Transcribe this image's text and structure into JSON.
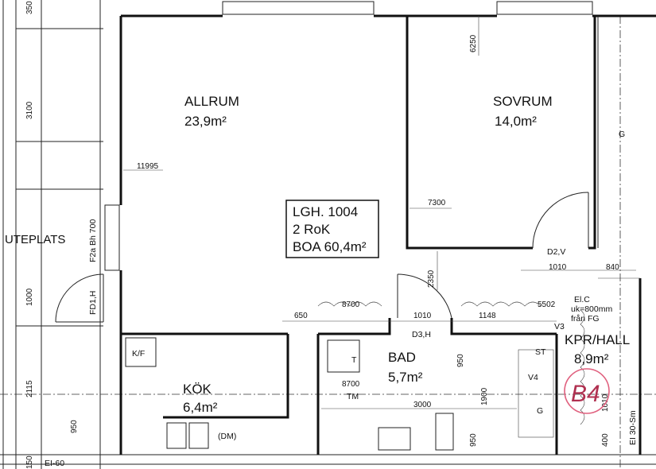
{
  "rooms": {
    "allrum": {
      "name": "ALLRUM",
      "area": "23,9m²"
    },
    "sovrum": {
      "name": "SOVRUM",
      "area": "14,0m²"
    },
    "kok": {
      "name": "KÖK",
      "area": "6,4m²"
    },
    "bad": {
      "name": "BAD",
      "area": "5,7m²"
    },
    "kpr": {
      "name": "KPR/HALL",
      "area": "8,9m²"
    },
    "uteplats": {
      "name": "UTEPLATS"
    }
  },
  "apartment": {
    "id": "LGH. 1004",
    "type": "2 RoK",
    "boa": "BOA 60,4m²"
  },
  "dimensions": {
    "d6250": "6250",
    "d3100": "3100",
    "d11995": "11995",
    "d7300": "7300",
    "d2350": "2350",
    "d1010a": "1010",
    "d840": "840",
    "d8700a": "8700",
    "d650": "650",
    "d1010b": "1010",
    "d1148": "1148",
    "d5502": "5502",
    "d950a": "950",
    "d8700b": "8700",
    "d3000": "3000",
    "d1900": "1900",
    "d950b": "950",
    "d950c": "950",
    "d1000": "1000",
    "d2115": "2115",
    "d1010c": "1010",
    "d400": "400",
    "d350": "350",
    "d150": "150"
  },
  "labels": {
    "g1": "G",
    "g2": "G",
    "kf": "K/F",
    "d2v": "D2,V",
    "d3h": "D3,H",
    "v3": "V3",
    "v4": "V4",
    "st": "ST",
    "t": "T",
    "tm": "TM",
    "dm": "(DM)",
    "f2a": "F2a Bh 700",
    "fd1h": "FD1,H",
    "elc1": "El.C",
    "elc2": "uk=800mm",
    "elc3": "från FG",
    "ei60": "EI-60",
    "ei30": "EI 30-Sm"
  },
  "stamp": {
    "text": "B4"
  }
}
